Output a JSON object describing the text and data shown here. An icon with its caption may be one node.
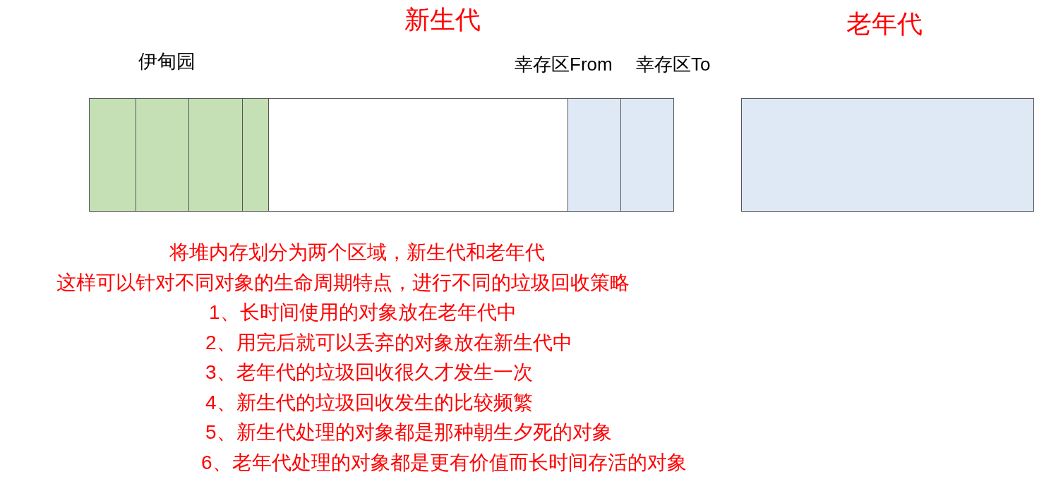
{
  "diagram": {
    "nodes": [
      {
        "text": [
          "新生代"
        ]
      },
      {
        "text": [],
        "shape": "box",
        "in": 0
      },
      {
        "text": [],
        "shape": "box",
        "in": 0
      },
      {
        "text": [],
        "shape": "box",
        "in": 0
      },
      {
        "text": [],
        "shape": "box",
        "in": 0
      },
      {
        "text": [
          "幸存区From"
        ],
        "in": 0
      },
      {
        "text": [
          "幸存区To"
        ],
        "in": 0
      },
      {
        "text": [
          "老年代"
        ]
      }
    ],
    "edges": [],
    "labels": [
      "伊甸园",
      "将堆内存划分为两个区域，新生代和老年代",
      "这样可以针对不同对象的生命周期特点，进行不同的垃圾回收策略",
      "1、长时间使用的对象放在老年代中",
      "2、用完后就可以丢弃的对象放在新生代中",
      "3、老年代的垃圾回收很久才发生一次",
      "4、新生代的垃圾回收发生的比较频繁",
      "5、新生代处理的对象都是那种朝生夕死的对象",
      "6、老年代处理的对象都是更有价值而长时间存活的对象"
    ]
  }
}
